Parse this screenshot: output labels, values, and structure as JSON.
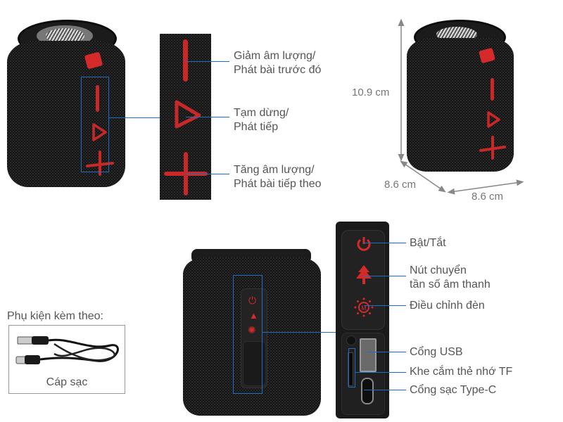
{
  "top_left": {
    "buttons": [
      {
        "icon": "minus-icon",
        "label_line1": "Giảm âm lượng/",
        "label_line2": "Phát bài trước đó"
      },
      {
        "icon": "play-icon",
        "label_line1": "Tạm dừng/",
        "label_line2": "Phát tiếp"
      },
      {
        "icon": "plus-icon",
        "label_line1": "Tăng âm lượng/",
        "label_line2": "Phát bài tiếp theo"
      }
    ]
  },
  "dimensions": {
    "height": "10.9 cm",
    "depth": "8.6 cm",
    "width": "8.6 cm"
  },
  "bottom_panel": {
    "buttons": [
      {
        "icon": "power-icon",
        "label_line1": "Bật/Tắt"
      },
      {
        "icon": "eq-tree-icon",
        "label_line1": "Nút chuyển",
        "label_line2": "tần số âm thanh"
      },
      {
        "icon": "light-mode-icon",
        "label_line1": "Điều chỉnh đèn"
      }
    ],
    "ports": [
      {
        "icon": "usb-port-icon",
        "label": "Cổng USB"
      },
      {
        "icon": "tf-slot-icon",
        "label": "Khe cắm thẻ nhớ TF"
      },
      {
        "icon": "type-c-port-icon",
        "label": "Cổng sạc Type-C"
      }
    ]
  },
  "accessory": {
    "title": "Phụ kiện kèm theo:",
    "item": "Cáp sạc"
  },
  "colors": {
    "accent_red": "#d42a2a",
    "callout_blue": "#1e6fc4",
    "speaker_black": "#141414"
  }
}
